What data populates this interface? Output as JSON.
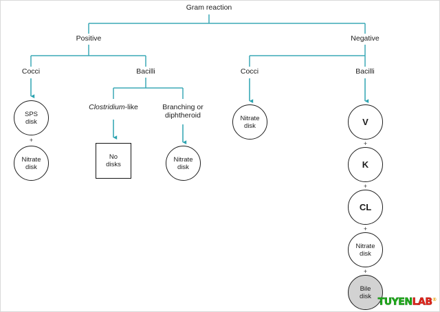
{
  "figure": {
    "title": "Gram reaction",
    "connector_color": "#3aa8b5",
    "arrow_color": "#2ba3b0",
    "shaded_disk_color": "#d2d2d2",
    "outline_color": "#1c1c1c"
  },
  "levels": {
    "root": "Gram reaction",
    "gram_positive": "Positive",
    "gram_negative": "Negative",
    "pos_cocci": "Cocci",
    "pos_bacilli": "Bacilli",
    "neg_cocci": "Cocci",
    "neg_bacilli": "Bacilli",
    "clostridium_like_italic": "Clostridium",
    "clostridium_like_rest": "-like",
    "branching_line1": "Branching or",
    "branching_line2": "diphtheroid"
  },
  "disks": {
    "sps": {
      "line1": "SPS",
      "line2": "disk"
    },
    "nitrate_pos_cocci": {
      "line1": "Nitrate",
      "line2": "disk"
    },
    "no_disks": {
      "line1": "No",
      "line2": "disks"
    },
    "nitrate_branching": {
      "line1": "Nitrate",
      "line2": "disk"
    },
    "nitrate_neg_cocci": {
      "line1": "Nitrate",
      "line2": "disk"
    },
    "v": {
      "line1": "V",
      "line2": ""
    },
    "k": {
      "line1": "K",
      "line2": ""
    },
    "cl": {
      "line1": "CL",
      "line2": ""
    },
    "nitrate_neg_bacilli": {
      "line1": "Nitrate",
      "line2": "disk"
    },
    "bile": {
      "line1": "Bile",
      "line2": "disk"
    }
  },
  "plus_signs": {
    "sps_nitrate": "+",
    "v_k": "+",
    "k_cl": "+",
    "cl_nitrate": "+",
    "nitrate_bile": "+"
  },
  "watermark": {
    "part_green": "TUYEN",
    "part_red": "LAB",
    "registered": "®"
  }
}
